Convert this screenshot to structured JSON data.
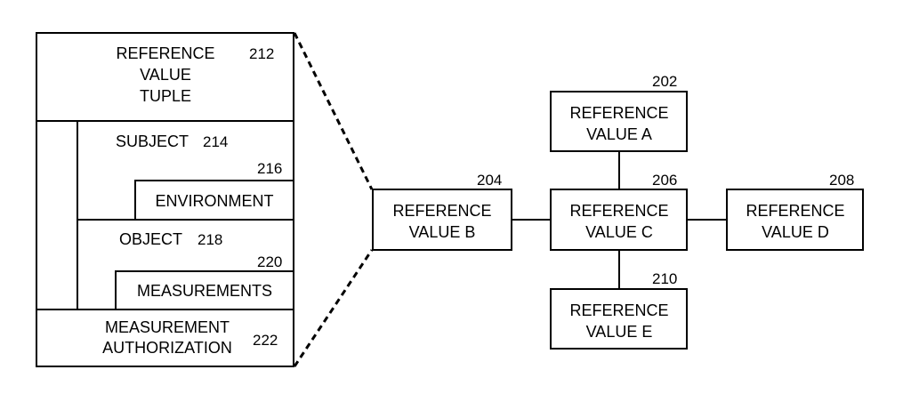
{
  "tuple": {
    "title_lines": [
      "REFERENCE",
      "VALUE",
      "TUPLE"
    ],
    "title_ref": "212",
    "subject_label": "SUBJECT",
    "subject_ref": "214",
    "environment_label": "ENVIRONMENT",
    "environment_ref": "216",
    "object_label": "OBJECT",
    "object_ref": "218",
    "measurements_label": "MEASUREMENTS",
    "measurements_ref": "220",
    "authorization_lines": [
      "MEASUREMENT",
      "AUTHORIZATION"
    ],
    "authorization_ref": "222"
  },
  "nodes": {
    "a": {
      "lines": [
        "REFERENCE",
        "VALUE A"
      ],
      "ref": "202"
    },
    "b": {
      "lines": [
        "REFERENCE",
        "VALUE B"
      ],
      "ref": "204"
    },
    "c": {
      "lines": [
        "REFERENCE",
        "VALUE C"
      ],
      "ref": "206"
    },
    "d": {
      "lines": [
        "REFERENCE",
        "VALUE D"
      ],
      "ref": "208"
    },
    "e": {
      "lines": [
        "REFERENCE",
        "VALUE E"
      ],
      "ref": "210"
    }
  }
}
